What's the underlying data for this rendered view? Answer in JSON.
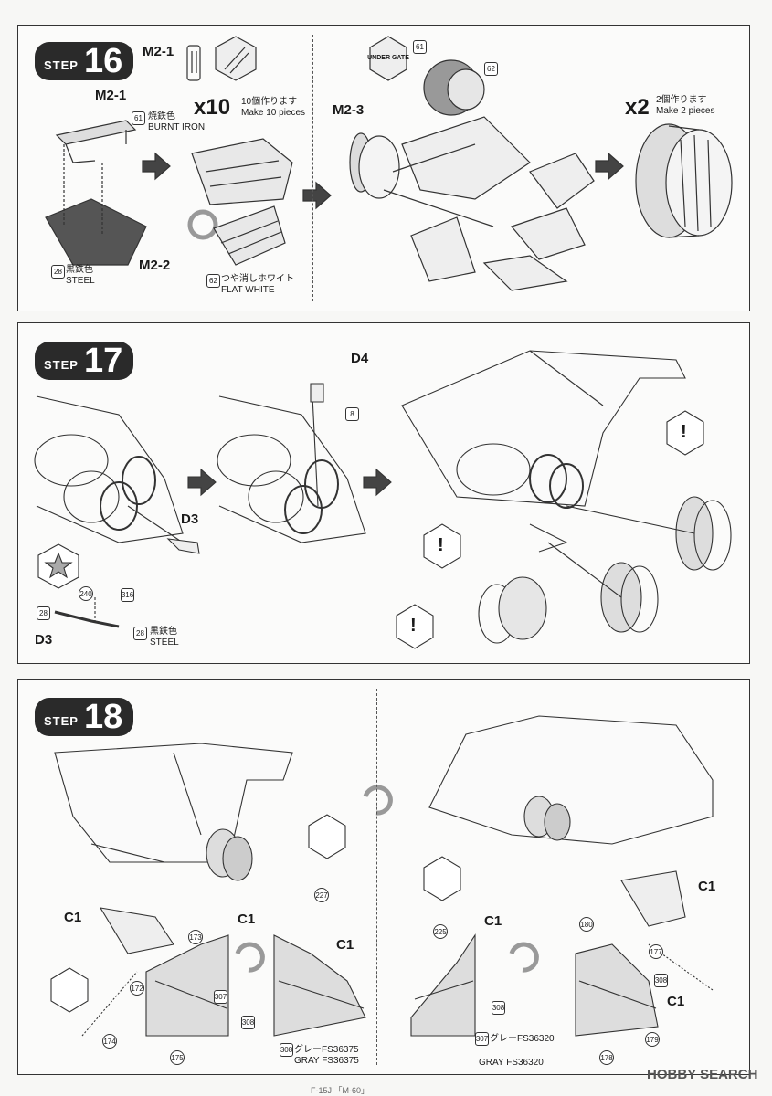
{
  "step16": {
    "step_word": "STEP",
    "step_num": "16",
    "m21_top": "M2-1",
    "m21_side": "M2-1",
    "m22": "M2-2",
    "m23": "M2-3",
    "badge_61a": "61",
    "burnt_jp": "焼鉄色",
    "burnt_en": "BURNT IRON",
    "badge_28": "28",
    "steel_jp": "黒鉄色",
    "steel_en": "STEEL",
    "x10": "x10",
    "make10_jp": "10個作ります",
    "make10_en": "Make 10 pieces",
    "badge_62a": "62",
    "flat_jp": "つや消しホワイト",
    "flat_en": "FLAT WHITE",
    "under_gate": "UNDER GATE",
    "badge_61b": "61",
    "badge_62b": "62",
    "x2": "x2",
    "make2_jp": "2個作ります",
    "make2_en": "Make 2 pieces"
  },
  "step17": {
    "step_word": "STEP",
    "step_num": "17",
    "d4": "D4",
    "badge_8": "8",
    "d3a": "D3",
    "d3b": "D3",
    "badge_240": "240",
    "badge_316": "316",
    "badge_28a": "28",
    "badge_28b": "28",
    "steel_jp": "黒鉄色",
    "steel_en": "STEEL",
    "warn": "!"
  },
  "step18": {
    "step_word": "STEP",
    "step_num": "18",
    "c1_a": "C1",
    "c1_b": "C1",
    "c1_c": "C1",
    "c1_d": "C1",
    "c1_e": "C1",
    "c1_f": "C1",
    "d173": "173",
    "d172": "172",
    "d307a": "307",
    "d308a": "308",
    "d174": "174",
    "d175": "175",
    "d227": "227",
    "d308b": "308",
    "gray1_jp": "グレーFS36375",
    "gray1_en": "GRAY FS36375",
    "d225": "225",
    "d308c": "308",
    "d307b": "307",
    "gray2_jp": "グレーFS36320",
    "gray2_en": "GRAY FS36320",
    "d180": "180",
    "d177": "177",
    "d308d": "308",
    "d179": "179",
    "d178": "178"
  },
  "footer": "F-15J 「M-60」",
  "watermark": "HOBBY SEARCH"
}
